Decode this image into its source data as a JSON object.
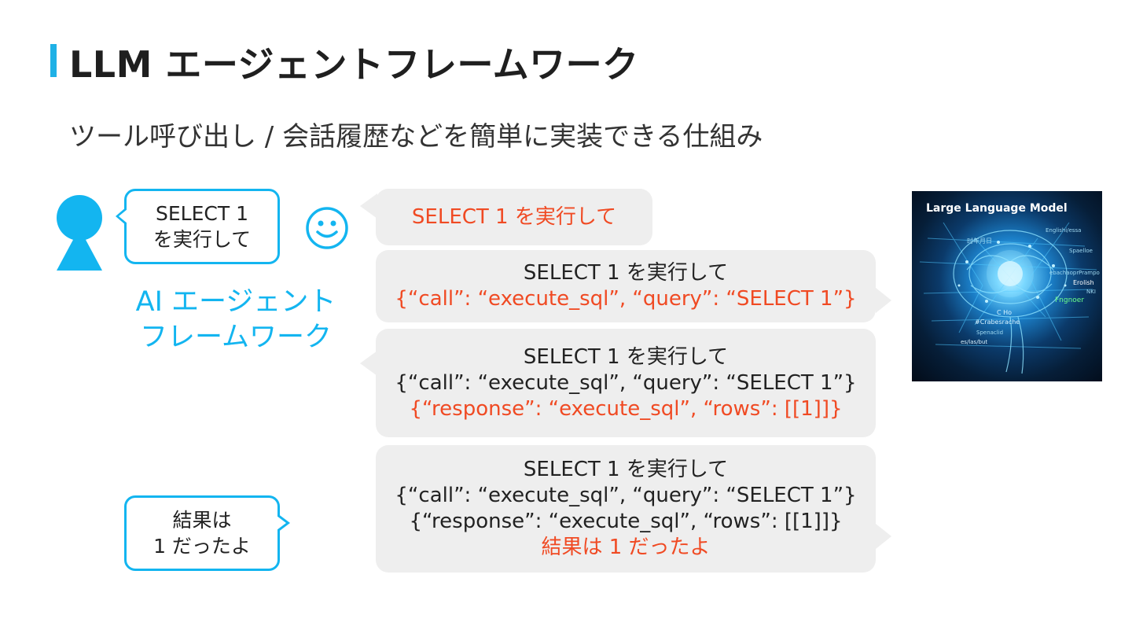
{
  "title": "LLM エージェントフレームワーク",
  "subtitle": "ツール呼び出し / 会話履歴などを簡単に実装できる仕組み",
  "user": {
    "request_lines": [
      "SELECT 1",
      "を実行して"
    ],
    "result_lines": [
      "結果は",
      "1 だったよ"
    ]
  },
  "framework": {
    "label_lines": [
      "AI エージェント",
      "フレームワーク"
    ]
  },
  "messages": {
    "m1": {
      "red": "SELECT 1 を実行して"
    },
    "m2": {
      "black": "SELECT 1 を実行して",
      "red": "{“call”: “execute_sql”, “query”: “SELECT 1”}"
    },
    "m3": {
      "black1": "SELECT 1 を実行して",
      "black2": "{“call”: “execute_sql”, “query”: “SELECT 1”}",
      "red": "{“response”: “execute_sql”, “rows”: [[1]]}"
    },
    "m4": {
      "black1": "SELECT 1 を実行して",
      "black2": "{“call”: “execute_sql”, “query”: “SELECT 1”}",
      "black3": "{“response”: “execute_sql”, “rows”: [[1]]}",
      "red": "結果は 1 だったよ"
    }
  },
  "llm_image": {
    "title": "Large Language Model",
    "overlay_words": [
      "时年月日",
      "Englishi/essa",
      "Spaelloe",
      "ebachaopr",
      "Prampo",
      "Erolish",
      "Fngnoer",
      "NKI",
      "#Crabesrache",
      "C Ho",
      "Spenaclid",
      "es/las/but"
    ]
  },
  "colors": {
    "accent": "#13b5f0",
    "highlight": "#f04a23",
    "bubble_bg": "#eeeeee"
  }
}
